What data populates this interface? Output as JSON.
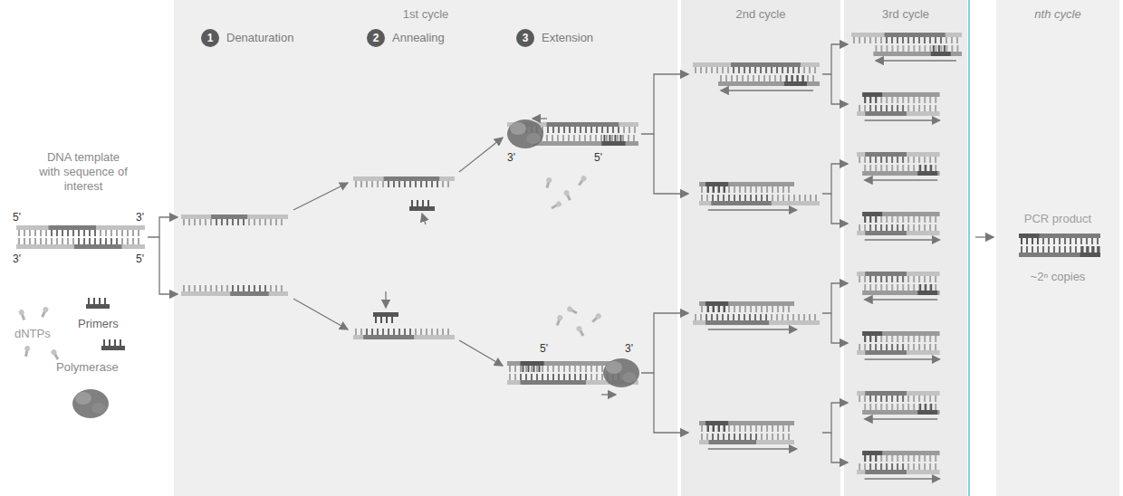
{
  "diagram": {
    "nodes": [
      {
        "text": [
          "1st cycle"
        ]
      },
      {
        "text": [
          "1",
          "Denaturation"
        ],
        "in": 0
      },
      {
        "text": [
          "2",
          "Annealing"
        ],
        "in": 0
      },
      {
        "text": [
          "3",
          "Extension"
        ],
        "in": 0
      },
      {
        "text": [
          "2nd cycle"
        ]
      },
      {
        "text": [
          "3rd cycle"
        ]
      },
      {
        "text": [
          "nth cycle",
          "PCR product",
          "~2ⁿ copies"
        ]
      }
    ],
    "labels": [
      "DNA template with sequence of interest",
      "5'",
      "3'",
      "3'",
      "5'",
      "dNTPs",
      "Primers",
      "Polymerase",
      "3'",
      "5'",
      "5'",
      "3'"
    ]
  }
}
